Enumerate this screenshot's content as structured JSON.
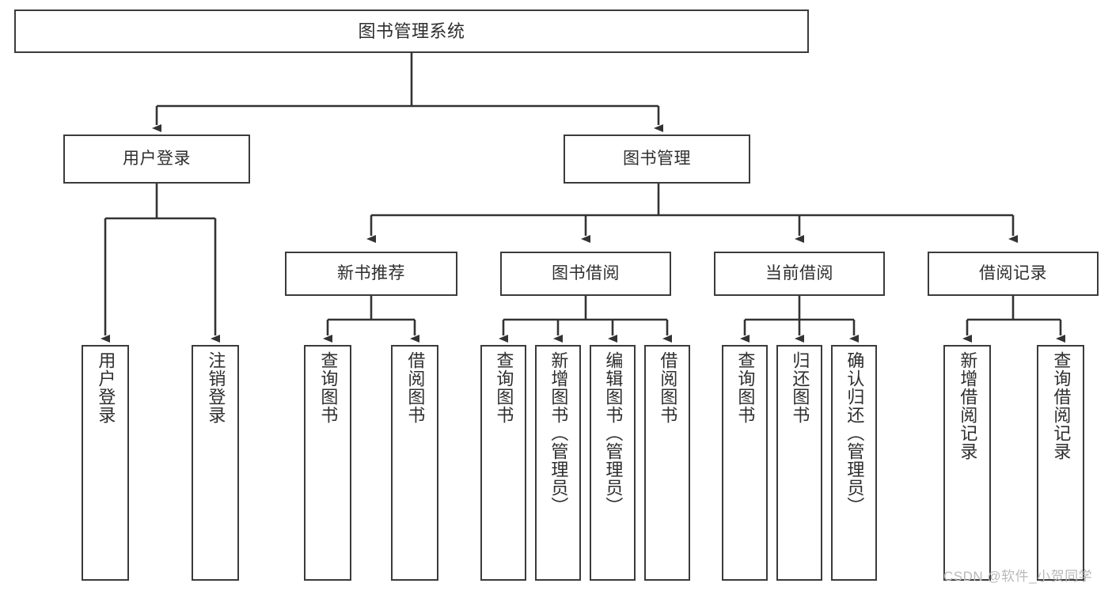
{
  "diagram": {
    "title": "图书管理系统",
    "type": "tree-structure-chart",
    "colors": {
      "box_border": "#3b3b3b",
      "box_fill": "#ffffff",
      "edge": "#333333",
      "text": "#2e2e2e",
      "watermark": "#b9b9b9",
      "background": "#ffffff"
    },
    "root": {
      "label": "图书管理系统"
    },
    "level1": [
      {
        "label": "用户登录"
      },
      {
        "label": "图书管理"
      }
    ],
    "level2": [
      {
        "label": "新书推荐"
      },
      {
        "label": "图书借阅"
      },
      {
        "label": "当前借阅"
      },
      {
        "label": "借阅记录"
      }
    ],
    "leaves": {
      "user_login": [
        {
          "label": "用户登录"
        },
        {
          "label": "注销登录"
        }
      ],
      "new_book_recommend": [
        {
          "label": "查询图书"
        },
        {
          "label": "借阅图书"
        }
      ],
      "book_borrow": [
        {
          "label": "查询图书"
        },
        {
          "label": "新增图书（管理员）"
        },
        {
          "label": "编辑图书（管理员）"
        },
        {
          "label": "借阅图书"
        }
      ],
      "current_borrow": [
        {
          "label": "查询图书"
        },
        {
          "label": "归还图书"
        },
        {
          "label": "确认归还（管理员）"
        }
      ],
      "borrow_record": [
        {
          "label": "新增借阅记录"
        },
        {
          "label": "查询借阅记录"
        }
      ]
    }
  },
  "watermark": {
    "text": "CSDN @软件_小贺同学"
  }
}
